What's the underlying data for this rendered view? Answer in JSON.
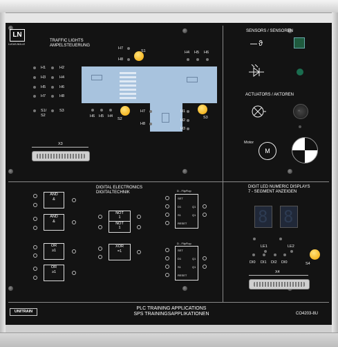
{
  "brand": {
    "logo_text": "LN",
    "logo_sub": "LUCAS-NÜLLE",
    "unitrain": "UNITRAIN"
  },
  "footer": {
    "title_en": "PLC TRAINING APPLICATIONS",
    "title_de": "SPS TRAININGSAPPLIKATIONEN",
    "code": "CO4203-8U"
  },
  "traffic": {
    "title_en": "TRAFFIC LIGHTS",
    "title_de": "AMPELSTEUERUNG",
    "list_left": [
      "H1",
      "H3",
      "H5",
      "H7",
      "S1/",
      "S2"
    ],
    "list_right": [
      "H2",
      "H4",
      "H6",
      "H8",
      "S3"
    ],
    "h7": "H7",
    "s1": "S1",
    "h8": "H8",
    "top_right": [
      "H4",
      "H5",
      "H6"
    ],
    "bottom": [
      "H6",
      "H5",
      "H4"
    ],
    "s2": "S2",
    "h7b": "H7",
    "h8b": "H8",
    "right_col": [
      "H1",
      "H2",
      "H3"
    ],
    "s3": "S3",
    "connector": "X3"
  },
  "sensors": {
    "title": "SENSORS / SENSOREN",
    "temp_symbol": "ϑ"
  },
  "actuators": {
    "title": "ACTUATORS / AKTOREN",
    "motor": "Motor",
    "motor_symbol": "M",
    "lamp_label": "H"
  },
  "digital": {
    "title_en": "DIGITAL ELECTRONICS",
    "title_de": "DIGITALTECHNIK",
    "and1": [
      "AND",
      "&"
    ],
    "and2": [
      "AND",
      "&"
    ],
    "or1": [
      "OR",
      "≥1"
    ],
    "or2": [
      "OR",
      "≥1"
    ],
    "not1": [
      "NOT",
      "1"
    ],
    "not2": [
      "NOT",
      "1"
    ],
    "xor": [
      "XOR",
      "=1"
    ],
    "ff_title": "D - FlipFlop",
    "ff_pins": [
      "SET",
      "D1",
      "S1",
      "RESET",
      "Q1",
      "Q1"
    ]
  },
  "display": {
    "title_en": "DIGIT LED NUMERIC DISPLAYS",
    "title_de": "7 - SEGMENT ANZEIGEN",
    "le1": "LE1",
    "le2": "LE2",
    "inputs": [
      "DI0",
      "DI1",
      "DI2",
      "DI0"
    ],
    "s4": "S4",
    "connector": "X4"
  }
}
